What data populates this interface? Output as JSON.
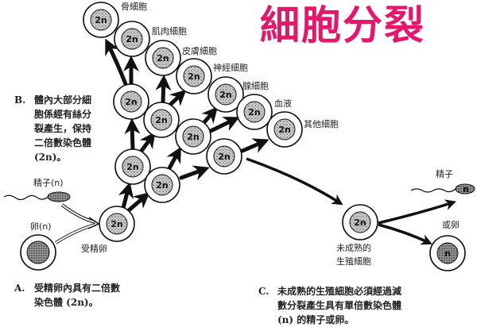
{
  "title": "細胞分裂",
  "colors": {
    "title": "#e8166a",
    "ink": "#111111"
  },
  "cell_labels": {
    "bone": "骨細胞",
    "muscle": "肌肉細胞",
    "skin": "皮膚細胞",
    "nerve": "神經細胞",
    "gland": "腺細胞",
    "blood": "血液",
    "other": "其他細胞",
    "zygote": "受精卵",
    "sperm_in": "精子(n)",
    "egg_in": "卵(n)",
    "immature_1": "未成熟的",
    "immature_2": "生殖細胞",
    "sperm_out": "精子",
    "egg_out": "或卵"
  },
  "chromosome_labels": {
    "diploid": "2n",
    "haploid": "n"
  },
  "notes": {
    "A": {
      "key": "A.",
      "lines": [
        "受精卵內具有二倍數",
        "染色體 (2n)。"
      ]
    },
    "B": {
      "key": "B.",
      "lines": [
        "體內大部分細",
        "胞係經有絲分",
        "裂產生，保持",
        "二倍數染色體",
        "(2n)。"
      ]
    },
    "C": {
      "key": "C.",
      "lines": [
        "未成熟的生殖細胞必須經過減",
        "數分裂產生具有單倍數染色體",
        "(n) 的精子或卵。"
      ]
    }
  }
}
